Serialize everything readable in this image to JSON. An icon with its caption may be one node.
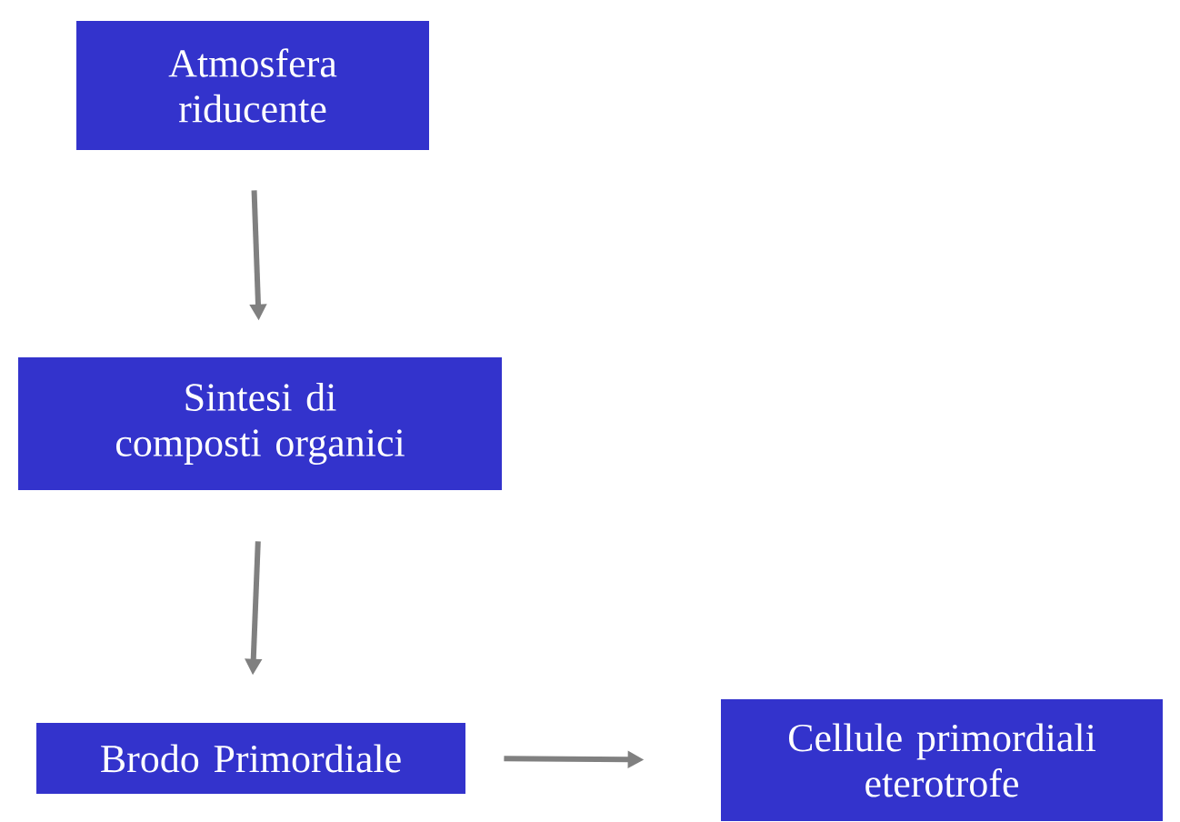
{
  "diagram": {
    "nodes": [
      {
        "text": [
          "Atmosfera riducente"
        ]
      },
      {
        "text": [
          "Sintesi di composti organici"
        ]
      },
      {
        "text": [
          "Brodo Primordiale"
        ]
      },
      {
        "text": [
          "Cellule primordiali eterotrofe"
        ]
      }
    ],
    "edges": [
      {
        "from": 0,
        "to": 1,
        "arrow": "to"
      },
      {
        "from": 1,
        "to": 2,
        "arrow": "to"
      },
      {
        "from": 2,
        "to": 3,
        "arrow": "to"
      }
    ]
  }
}
